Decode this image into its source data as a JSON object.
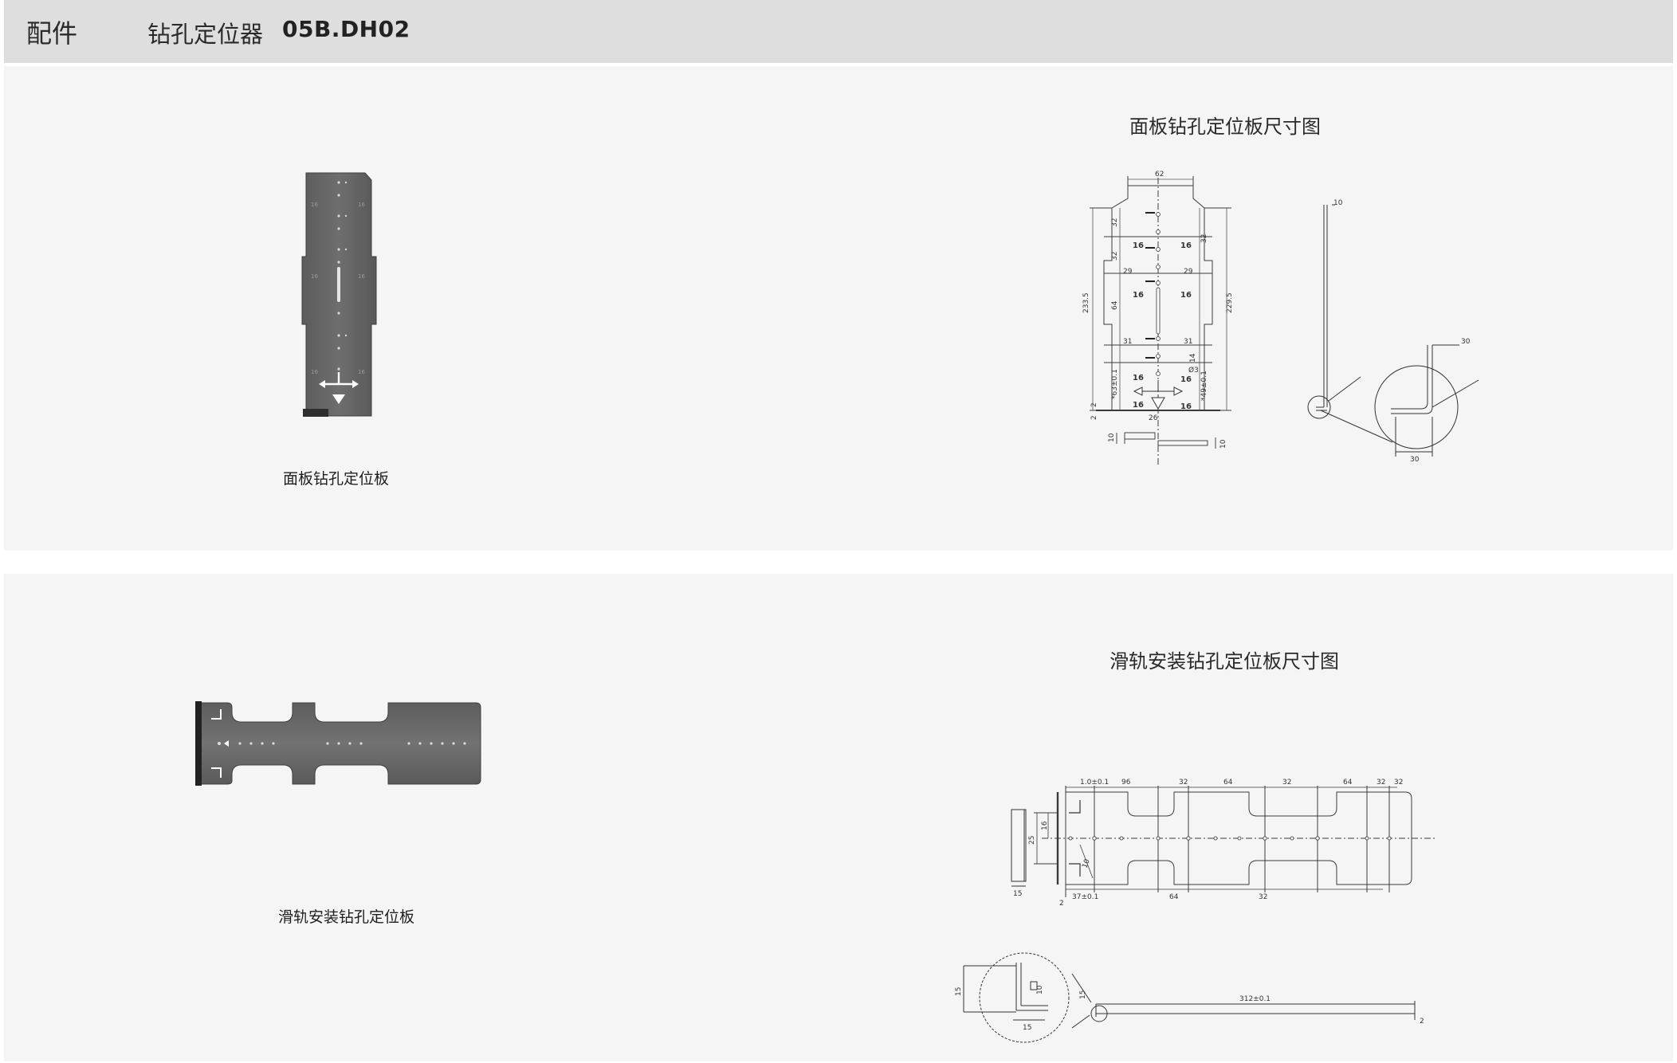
{
  "header": {
    "category": "配件",
    "product_name": "钻孔定位器",
    "product_code": "05B.DH02"
  },
  "panel_top": {
    "photo_caption": "面板钻孔定位板",
    "drawing_title": "面板钻孔定位板尺寸图",
    "dimensions": {
      "top_width": "62",
      "overall_height": "233.5",
      "inner_height": "229.5",
      "pitch_a": "32",
      "pitch_b": "32",
      "pitch_c": "32",
      "span_64": "64",
      "offset_29_left": "29",
      "offset_29_right": "29",
      "offset_31_left": "31",
      "offset_31_right": "31",
      "hole_d3": "Ø3",
      "offset_14": "14",
      "tol_left": "*63±0.1",
      "tol_right": "*49±0.1",
      "base_2": "2",
      "base_26": "26",
      "thickness_2": "2",
      "flange_10": "10",
      "flange_10b": "10",
      "detail_30_top": "30",
      "detail_30_bottom": "30",
      "side_10": "10"
    },
    "marks": [
      "16",
      "16",
      "16",
      "16",
      "16",
      "16",
      "16",
      "16"
    ]
  },
  "panel_bottom": {
    "photo_caption": "滑轨安装钻孔定位板",
    "drawing_title": "滑轨安装钻孔定位板尺寸图",
    "dimensions": {
      "w_96": "96",
      "w_32a": "32",
      "w_64": "64",
      "w_32b": "32",
      "w_32c": "32",
      "w_32d": "32",
      "w_64b": "64",
      "w_64c": "64",
      "w_32e": "32",
      "top_tol": "1.0±0.1",
      "bot_tol": "37±0.1",
      "height_25": "25",
      "height_16": "16",
      "dia_10": "10",
      "side_15": "15",
      "side_15b": "15",
      "len_tol": "312±0.1",
      "detail_15": "15",
      "detail_10": "10",
      "detail_15b": "15",
      "thk_2": "2",
      "thk_2b": "2"
    }
  }
}
